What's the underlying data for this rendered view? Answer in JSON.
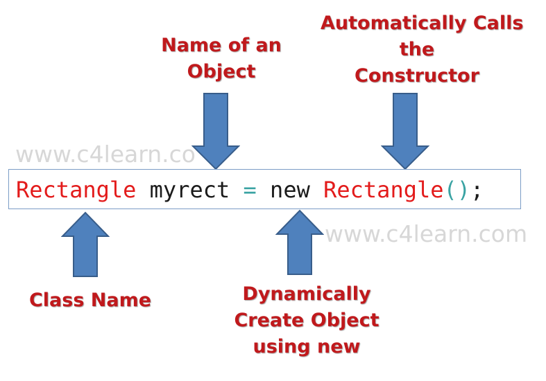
{
  "code": {
    "tokens": {
      "class_name": "Rectangle",
      "object_name": "myrect",
      "equals": "=",
      "new_keyword": "new",
      "constructor": "Rectangle",
      "parens": "()",
      "semicolon": ";"
    }
  },
  "annotations": {
    "name_of_object": [
      "Name of an",
      "Object"
    ],
    "calls_constructor": [
      "Automatically Calls",
      "the",
      "Constructor"
    ],
    "class_name": [
      "Class Name"
    ],
    "dynamically_create": [
      "Dynamically",
      "Create Object",
      "using new"
    ]
  },
  "watermarks": {
    "top": "www.c4learn.co",
    "bottom": "www.c4learn.com"
  },
  "colors": {
    "annotation_text": "#c0191c",
    "code_class": "#e31b1b",
    "code_operator": "#3aa3a3",
    "arrow_fill": "#4f81bd",
    "arrow_stroke": "#385d8a",
    "box_border": "#7a9cc6"
  }
}
